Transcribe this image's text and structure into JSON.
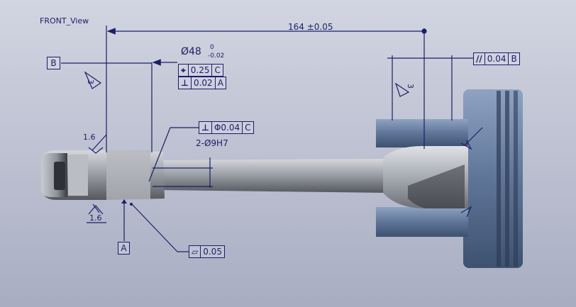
{
  "view_title": "FRONT_View",
  "dimensions": {
    "overall_length": "164 ±0.05",
    "diameter_48": "Ø48",
    "diameter_48_upper_tol": "0",
    "diameter_48_lower_tol": "-0.02",
    "bolt_holes": "2-Ø9H7"
  },
  "datums": {
    "b": "B",
    "a": "A"
  },
  "fcf_position": {
    "symbol": "⌖",
    "tolerance": "0.25",
    "datum": "C"
  },
  "fcf_perpendicular_a": {
    "symbol": "⊥",
    "tolerance": "0.02",
    "datum": "A"
  },
  "fcf_perpendicular_c": {
    "symbol": "⊥",
    "tolerance": "Φ0.04",
    "datum": "C"
  },
  "fcf_parallel": {
    "symbol": "//",
    "tolerance": "0.04",
    "datum": "B"
  },
  "fcf_flatness": {
    "symbol": "▱",
    "tolerance": "0.05"
  },
  "surface_finish": {
    "big_end_top": "1.6",
    "big_end_bottom": "1.6",
    "left_side": "3",
    "pin_bore": "3"
  },
  "colors": {
    "background_top": "#cdd0dd",
    "background_bottom": "#a9aec4",
    "annotation": "#1b1f66",
    "piston": "#6f86a8",
    "rod": "#9a9ea4"
  }
}
